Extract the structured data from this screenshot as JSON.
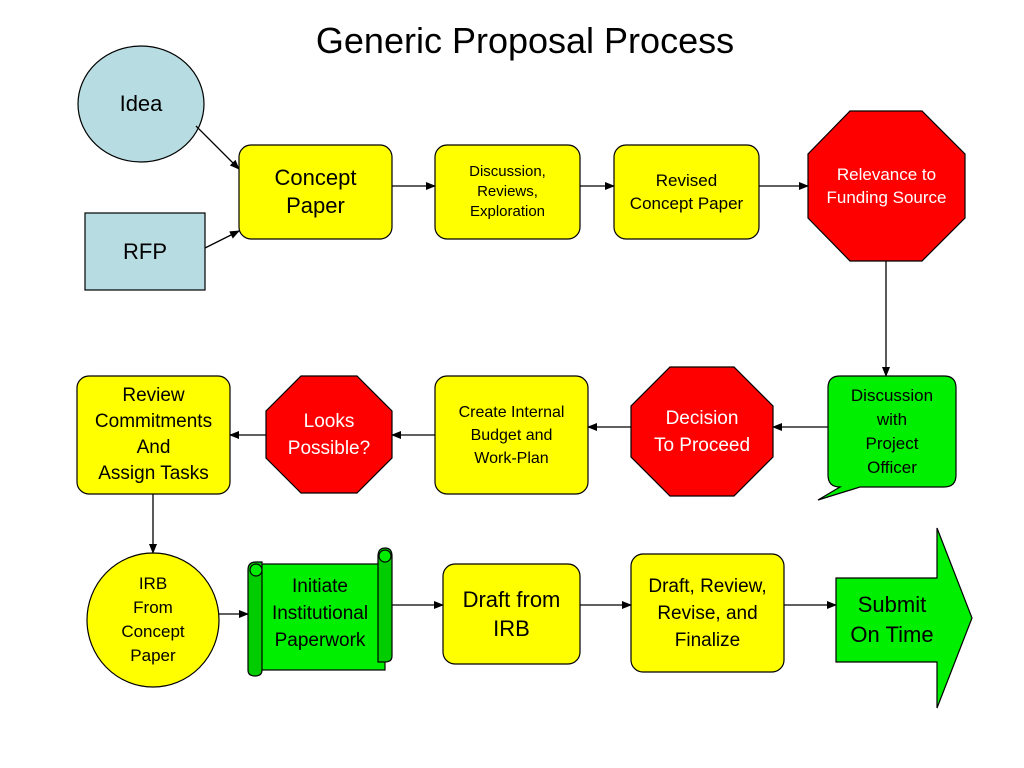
{
  "title": "Generic Proposal\nProcess",
  "colors": {
    "yellow": "#ffff00",
    "red": "#ff0000",
    "green": "#00ee00",
    "lightblue": "#b7dde3",
    "stroke": "#000000"
  },
  "nodes": {
    "idea": "Idea",
    "rfp": "RFP",
    "concept_paper": "Concept\nPaper",
    "discussion_reviews": "Discussion,\nReviews,\nExploration",
    "revised_concept": "Revised\nConcept Paper",
    "relevance": "Relevance to\nFunding Source",
    "discussion_officer": "Discussion\nwith\nProject\nOfficer",
    "decision": "Decision\nTo Proceed",
    "budget": "Create Internal\nBudget and\nWork-Plan",
    "looks_possible": "Looks\nPossible?",
    "review_commitments": "Review\nCommitments\nAnd\nAssign Tasks",
    "irb": "IRB\nFrom\nConcept\nPaper",
    "initiate": "Initiate\nInstitutional\nPaperwork",
    "draft_irb": "Draft from\nIRB",
    "draft_review": "Draft, Review,\nRevise, and\nFinalize",
    "submit": "Submit\nOn Time"
  }
}
